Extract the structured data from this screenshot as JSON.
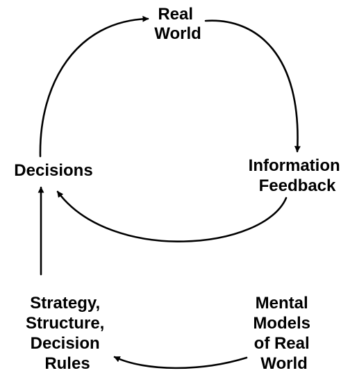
{
  "diagram": {
    "nodes": {
      "real_world": {
        "lines": [
          "Real",
          "World"
        ]
      },
      "information_feedback": {
        "lines": [
          "Information",
          "Feedback"
        ]
      },
      "decisions": {
        "lines": [
          "Decisions"
        ]
      },
      "strategy": {
        "lines": [
          "Strategy,",
          "Structure,",
          "Decision",
          "Rules"
        ]
      },
      "mental_models": {
        "lines": [
          "Mental",
          "Models",
          "of Real",
          "World"
        ]
      }
    },
    "colors": {
      "ink": "#000000",
      "background": "#ffffff"
    }
  }
}
